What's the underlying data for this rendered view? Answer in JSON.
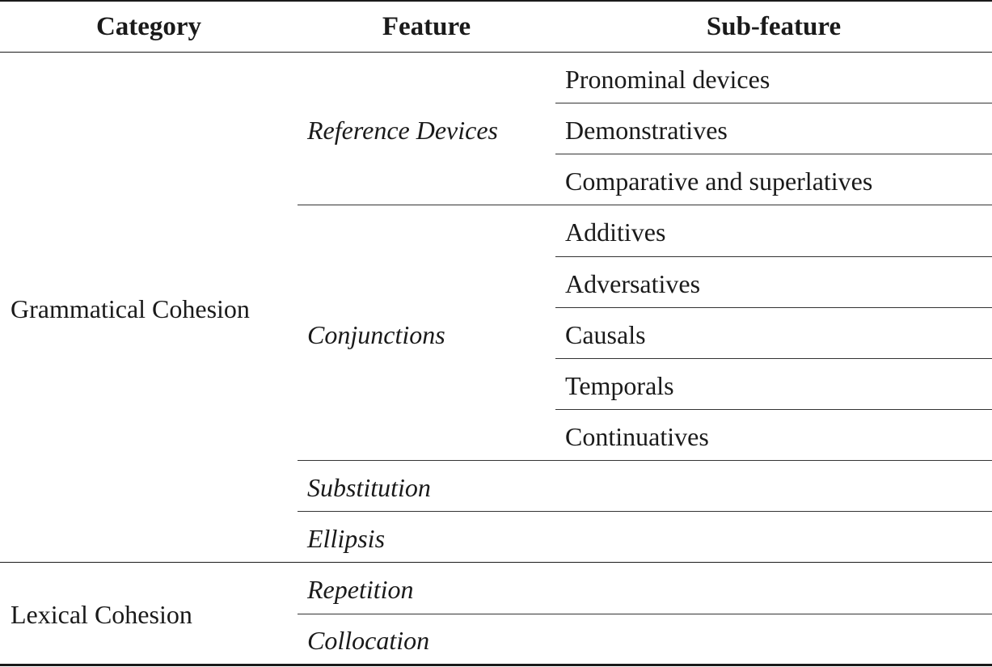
{
  "table": {
    "headers": {
      "category": "Category",
      "feature": "Feature",
      "subfeature": "Sub-feature"
    },
    "categories": [
      {
        "name": "Grammatical Cohesion",
        "features": [
          {
            "name": "Reference Devices",
            "subfeatures": [
              "Pronominal devices",
              "Demonstratives",
              "Comparative and superlatives"
            ]
          },
          {
            "name": "Conjunctions",
            "subfeatures": [
              "Additives",
              "Adversatives",
              "Causals",
              "Temporals",
              "Continuatives"
            ]
          },
          {
            "name": "Substitution",
            "subfeatures": []
          },
          {
            "name": "Ellipsis",
            "subfeatures": []
          }
        ]
      },
      {
        "name": "Lexical Cohesion",
        "features": [
          {
            "name": "Repetition",
            "subfeatures": []
          },
          {
            "name": "Collocation",
            "subfeatures": []
          }
        ]
      }
    ]
  }
}
